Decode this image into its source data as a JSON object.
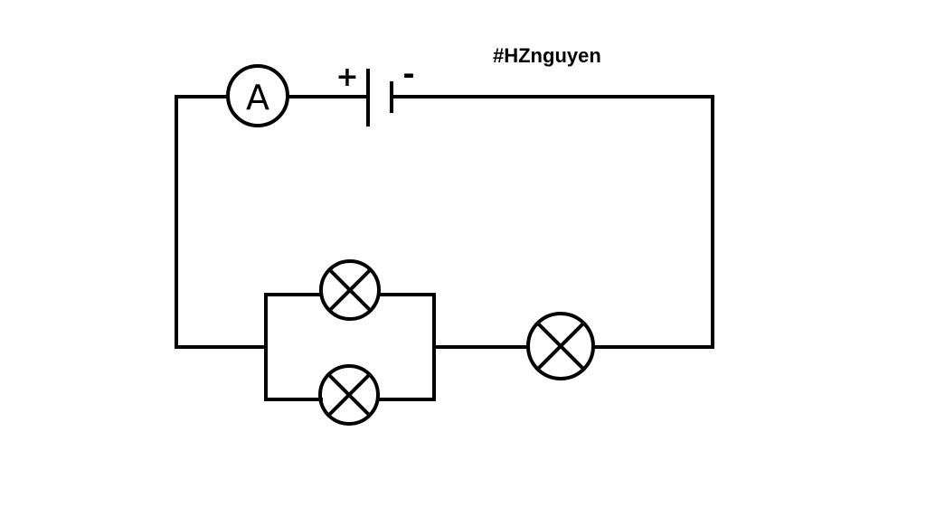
{
  "watermark": "#HZnguyen",
  "ammeter": {
    "letter": "A"
  },
  "battery": {
    "positive_sign": "+",
    "negative_sign": "-"
  },
  "colors": {
    "stroke": "#000000",
    "background": "#ffffff"
  },
  "lamps": [
    {
      "id": "lamp-parallel-top"
    },
    {
      "id": "lamp-parallel-bottom"
    },
    {
      "id": "lamp-series"
    }
  ]
}
